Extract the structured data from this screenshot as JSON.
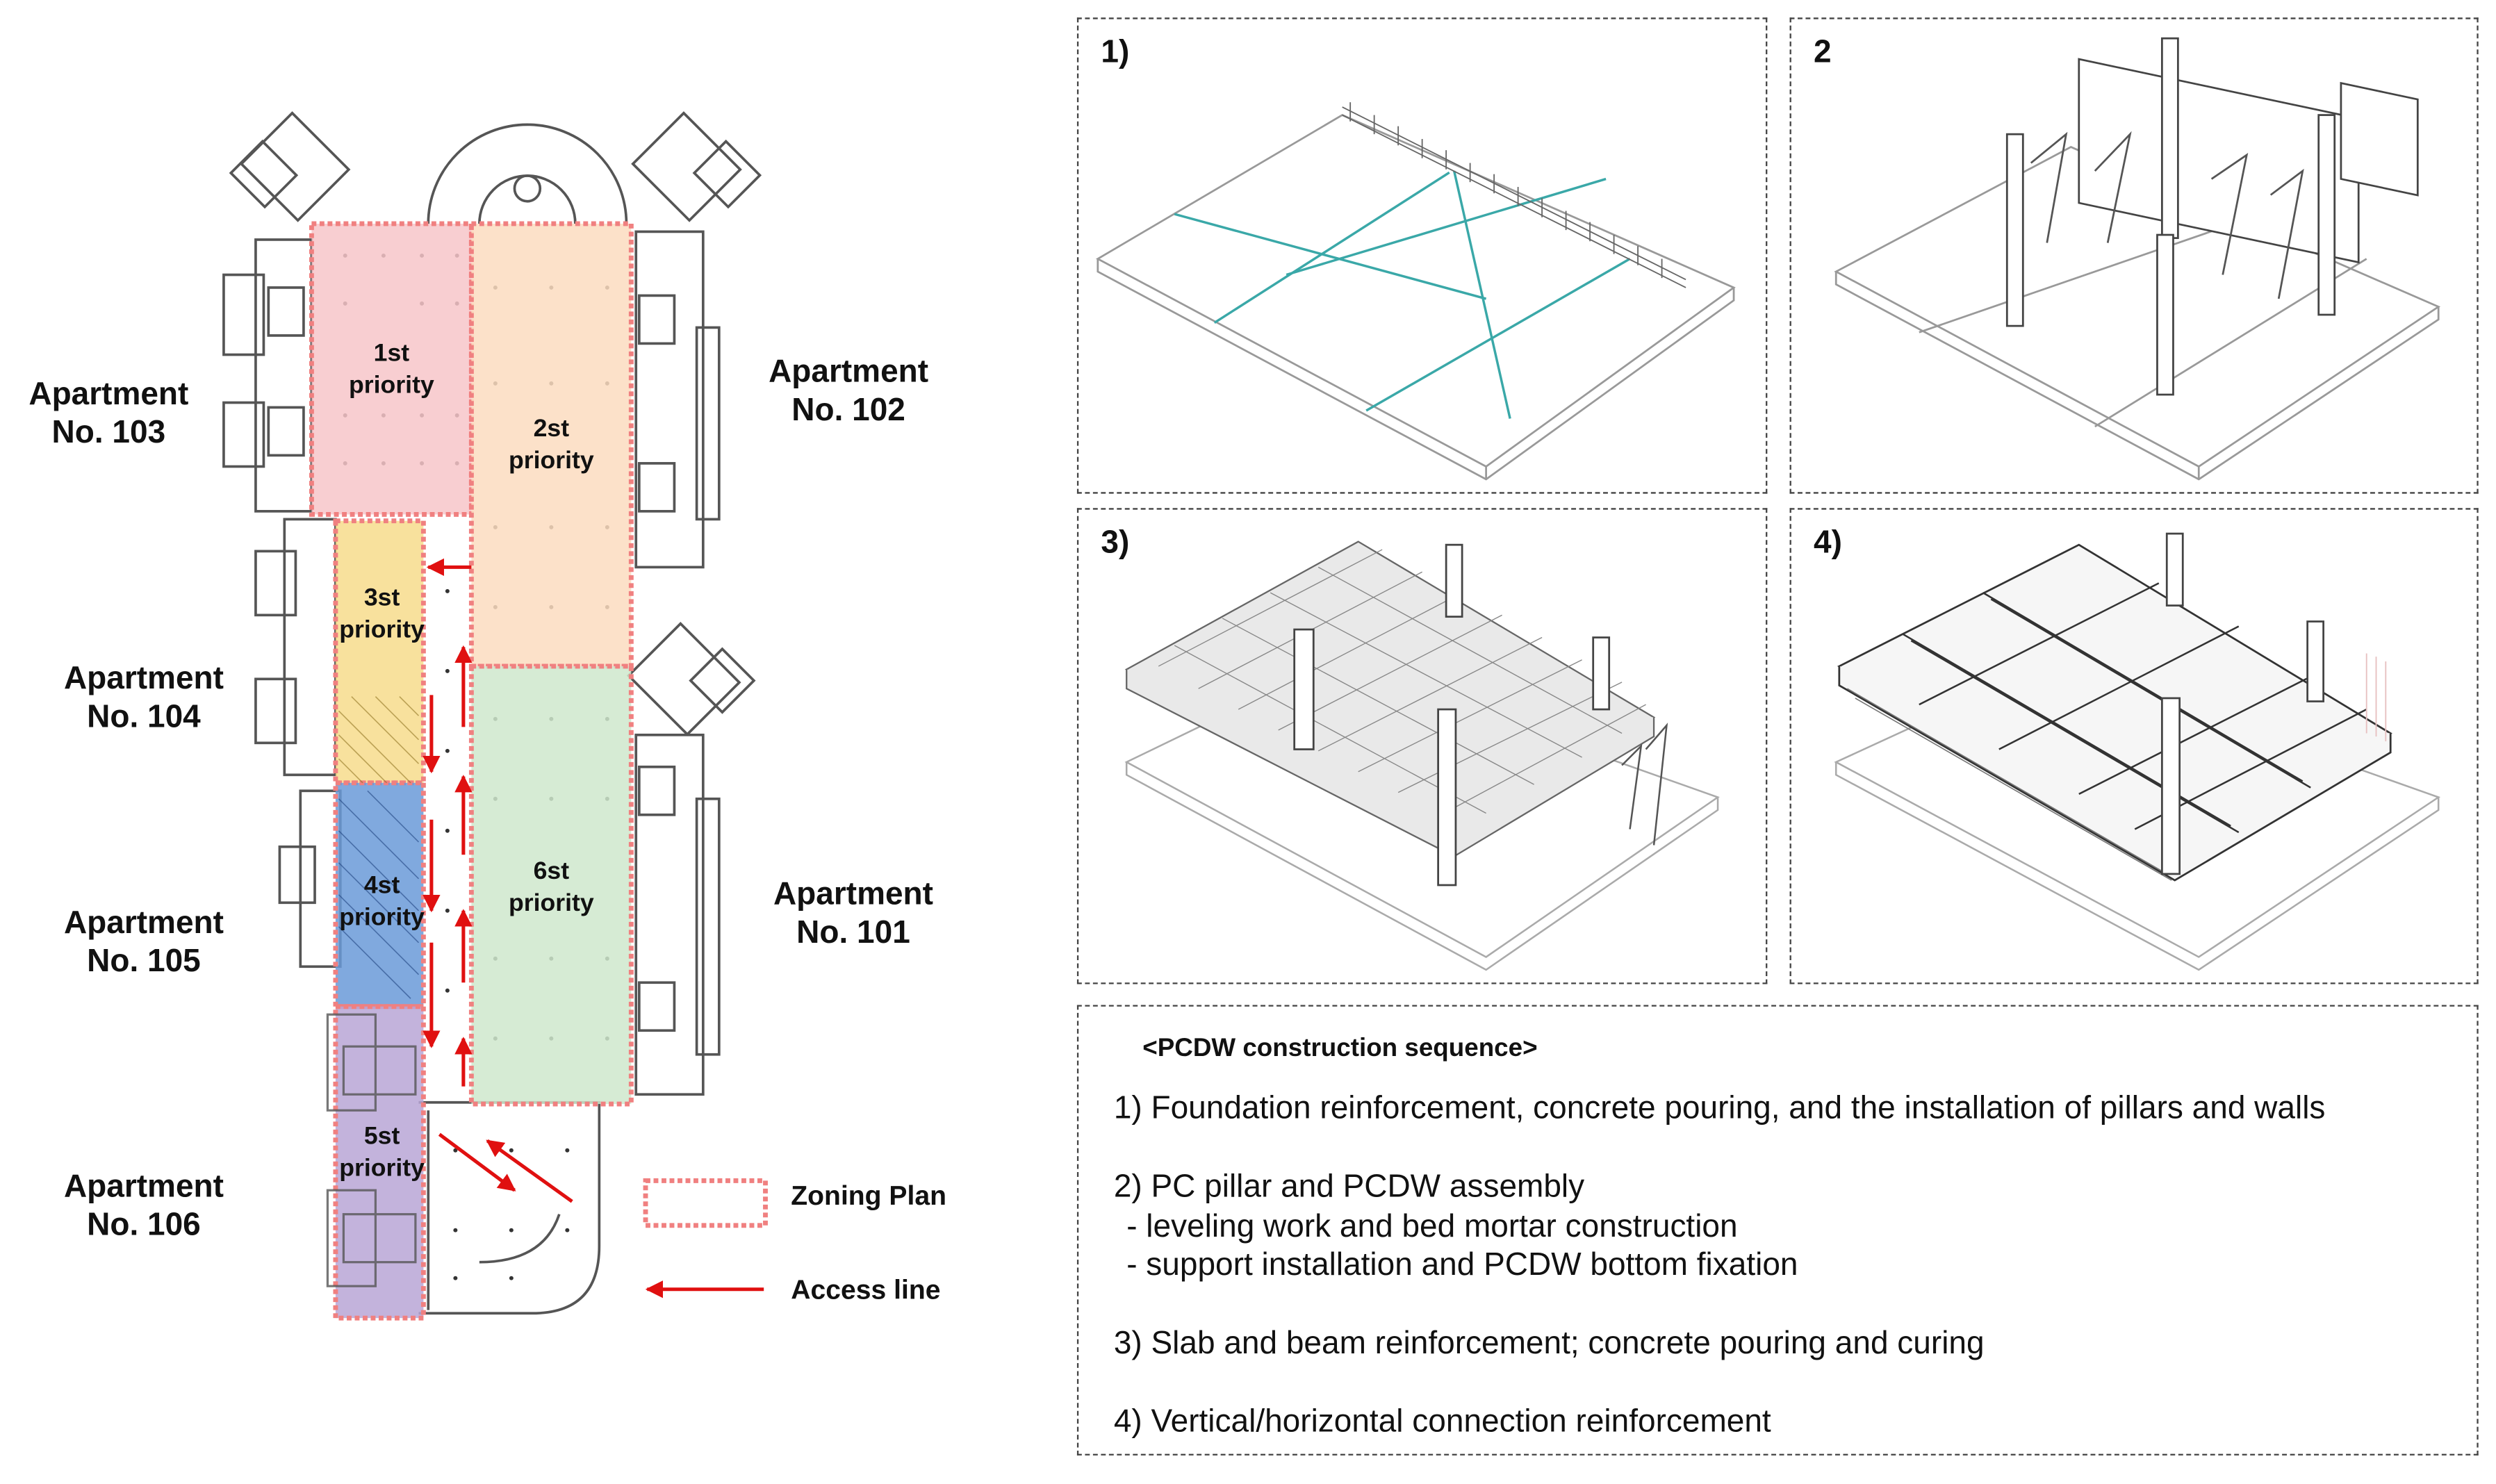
{
  "plan": {
    "apartments": [
      {
        "id": "103",
        "line1": "Apartment",
        "line2": "No. 103"
      },
      {
        "id": "102",
        "line1": "Apartment",
        "line2": "No. 102"
      },
      {
        "id": "104",
        "line1": "Apartment",
        "line2": "No. 104"
      },
      {
        "id": "101",
        "line1": "Apartment",
        "line2": "No. 101"
      },
      {
        "id": "105",
        "line1": "Apartment",
        "line2": "No. 105"
      },
      {
        "id": "106",
        "line1": "Apartment",
        "line2": "No. 106"
      }
    ],
    "zones": [
      {
        "line1": "1st",
        "line2": "priority",
        "color": "#f7c6c9"
      },
      {
        "line1": "2st",
        "line2": "priority",
        "color": "#fbdcc0"
      },
      {
        "line1": "3st",
        "line2": "priority",
        "color": "#f7dc8c"
      },
      {
        "line1": "4st",
        "line2": "priority",
        "color": "#6a9ad8"
      },
      {
        "line1": "5st",
        "line2": "priority",
        "color": "#b8a6d6"
      },
      {
        "line1": "6st",
        "line2": "priority",
        "color": "#cfe8cc"
      }
    ],
    "legend": {
      "zoning": "Zoning Plan",
      "access": "Access line",
      "zoning_color": "#f08080",
      "access_color": "#e01010"
    }
  },
  "steps": {
    "panel1_label": "1)",
    "panel2_label": "2",
    "panel3_label": "3)",
    "panel4_label": "4)"
  },
  "sequence": {
    "title": "<PCDW construction sequence>",
    "step1": "1) Foundation reinforcement, concrete pouring, and the installation of pillars and walls",
    "step2": "2) PC pillar and PCDW assembly",
    "step2a": "- leveling work and bed mortar construction",
    "step2b": "- support installation and PCDW bottom fixation",
    "step3": "3) Slab and beam reinforcement; concrete pouring and curing",
    "step4": "4) Vertical/horizontal connection reinforcement"
  }
}
